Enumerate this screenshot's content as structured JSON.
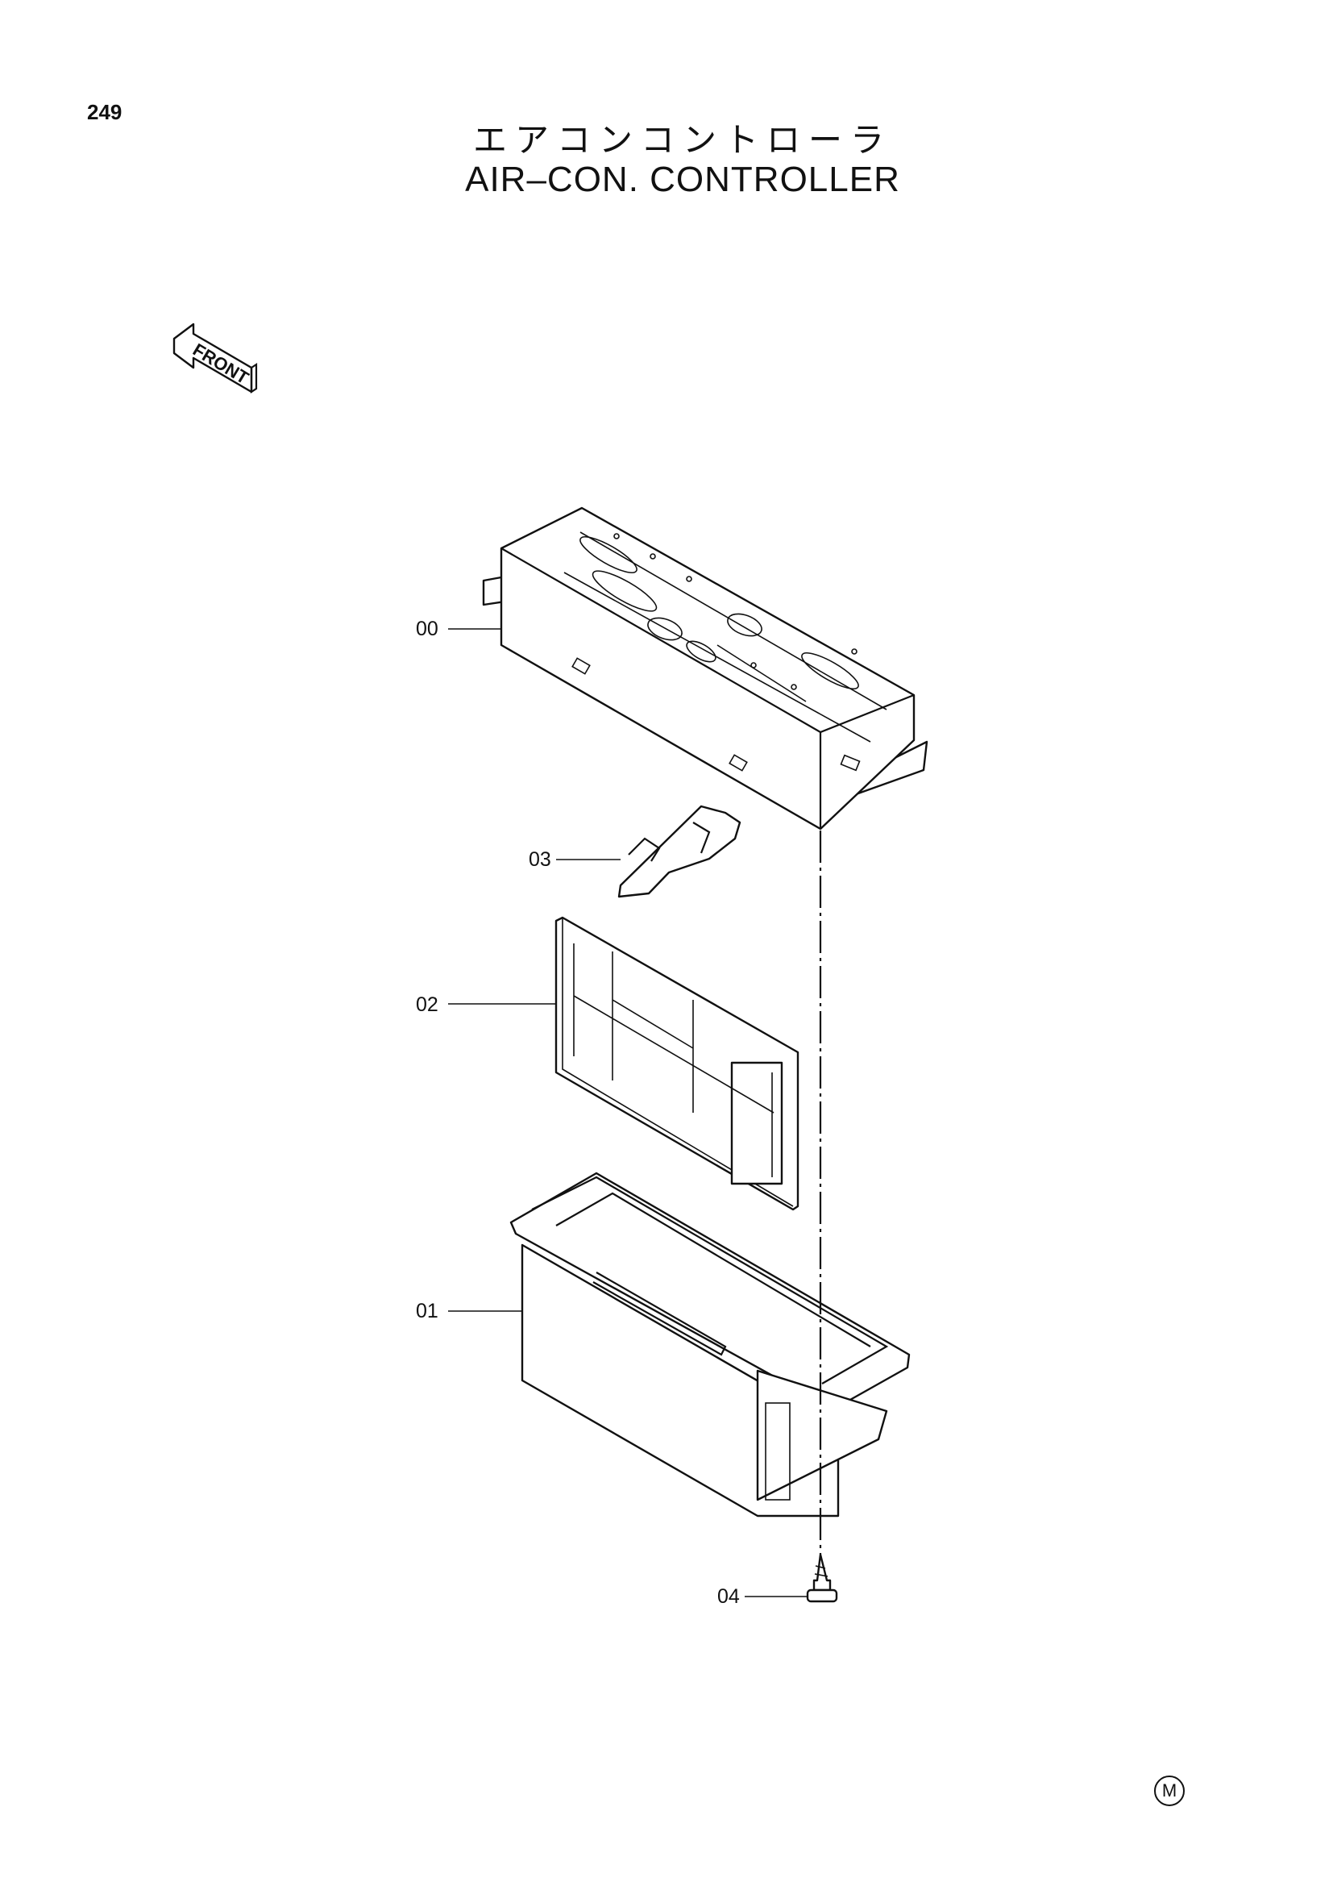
{
  "page": {
    "number": "249",
    "title_jp": "エアコンコントローラ",
    "title_en": "AIR–CON.  CONTROLLER",
    "front_label": "FRONT",
    "mark": "M"
  },
  "parts": [
    {
      "ref": "00"
    },
    {
      "ref": "03"
    },
    {
      "ref": "02"
    },
    {
      "ref": "01"
    },
    {
      "ref": "04"
    }
  ]
}
